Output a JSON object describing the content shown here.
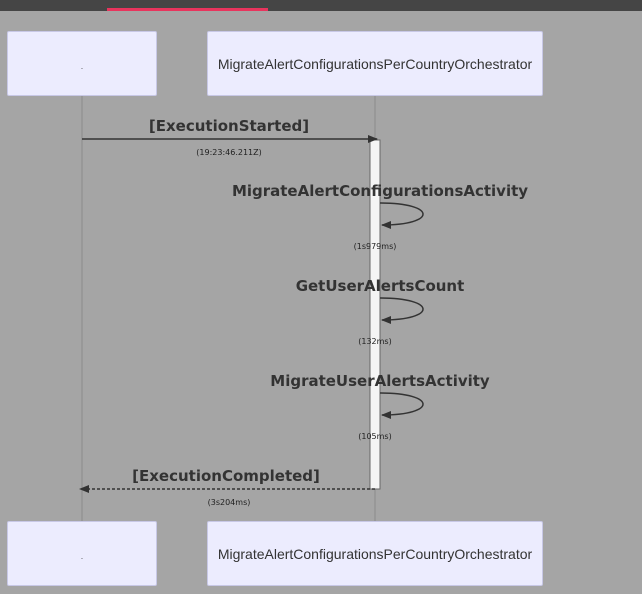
{
  "participants": {
    "caller": {
      "label": "."
    },
    "orchestrator": {
      "label": "MigrateAlertConfigurationsPerCountryOrchestrator"
    }
  },
  "messages": [
    {
      "label": "[ExecutionStarted]",
      "time": "(19:23:46.211Z)"
    },
    {
      "label": "MigrateAlertConfigurationsActivity",
      "time": "(1s979ms)"
    },
    {
      "label": "GetUserAlertsCount",
      "time": "(132ms)"
    },
    {
      "label": "MigrateUserAlertsActivity",
      "time": "(105ms)"
    },
    {
      "label": "[ExecutionCompleted]",
      "time": "(3s204ms)"
    }
  ],
  "colors": {
    "background": "#a5a5a5",
    "actor_fill": "#ececfe",
    "topbar": "#454545",
    "topbar_accent": "#e8345d",
    "arrow": "#333333"
  }
}
